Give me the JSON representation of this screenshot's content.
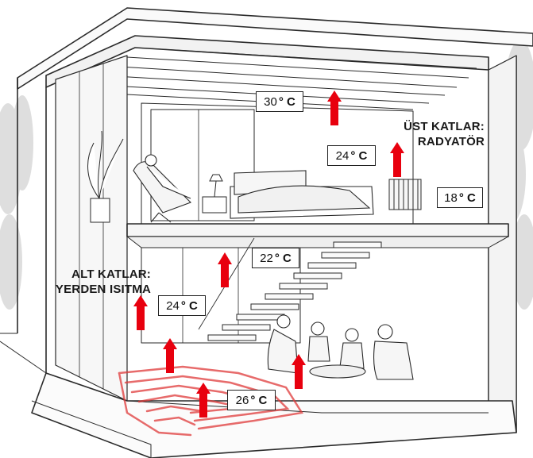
{
  "labels": {
    "upper_title_line1": "ÜST KATLAR:",
    "upper_title_line2": "RADYATÖR",
    "lower_title_line1": "ALT KATLAR:",
    "lower_title_line2": "YERDEN ISITMA"
  },
  "temperatures": {
    "ceiling": {
      "value": "30",
      "unit": "° C"
    },
    "upper_air": {
      "value": "24",
      "unit": "° C"
    },
    "radiator": {
      "value": "18",
      "unit": "° C"
    },
    "stair": {
      "value": "22",
      "unit": "° C"
    },
    "lower_air": {
      "value": "24",
      "unit": "° C"
    },
    "floor": {
      "value": "26",
      "unit": "° C"
    }
  },
  "colors": {
    "arrow": "#e8000e",
    "line": "#2a2a2a",
    "heating_pipe": "#e03a3a",
    "tree": "#cfcfcf"
  }
}
